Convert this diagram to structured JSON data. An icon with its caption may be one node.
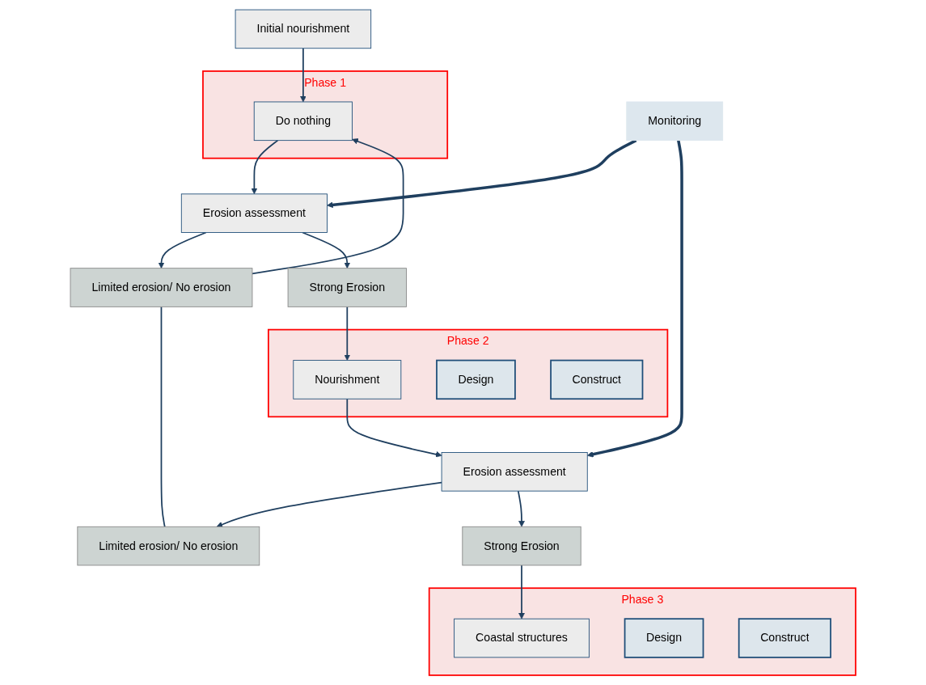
{
  "diagram": {
    "nodes": [
      {
        "text": [
          "Initial nourishment"
        ]
      },
      {
        "text": [
          "Monitoring"
        ]
      },
      {
        "text": [
          "Phase 1"
        ]
      },
      {
        "text": [
          "Do nothing"
        ],
        "in": 2
      },
      {
        "text": [
          "Limited erosion/ No erosion"
        ]
      },
      {
        "text": [
          "Erosion assessment"
        ]
      },
      {
        "text": [
          "Strong Erosion"
        ]
      },
      {
        "text": [
          "Phase 2"
        ]
      },
      {
        "text": [
          "Nourishment"
        ],
        "in": 7
      },
      {
        "text": [
          "Design"
        ],
        "in": 7
      },
      {
        "text": [
          "Construct"
        ],
        "in": 7
      },
      {
        "text": [
          "Limited erosion/ No erosion"
        ]
      },
      {
        "text": [
          "Erosion assessment"
        ]
      },
      {
        "text": [
          "Strong Erosion"
        ]
      },
      {
        "text": [
          "Phase 3"
        ]
      },
      {
        "text": [
          "Coastal structures"
        ],
        "in": 14
      },
      {
        "text": [
          "Design"
        ],
        "in": 14
      },
      {
        "text": [
          "Construct"
        ],
        "in": 14
      }
    ],
    "edges": [
      {
        "from": 0,
        "to": 3,
        "arrow": "to"
      },
      {
        "from": 3,
        "to": 5,
        "arrow": "to"
      },
      {
        "from": 5,
        "to": 4,
        "arrow": "to"
      },
      {
        "from": 4,
        "to": 3,
        "arrow": "to"
      },
      {
        "from": 1,
        "to": 5,
        "arrow": "to",
        "style": "thick"
      },
      {
        "from": 5,
        "to": 6,
        "arrow": "to"
      },
      {
        "from": 6,
        "to": 8,
        "arrow": "to"
      },
      {
        "from": 8,
        "to": 12,
        "arrow": "to"
      },
      {
        "from": 12,
        "to": 11,
        "arrow": "to"
      },
      {
        "from": 11,
        "to": 4,
        "arrow": "none"
      },
      {
        "from": 1,
        "to": 12,
        "arrow": "to",
        "style": "thick"
      },
      {
        "from": 12,
        "to": 13,
        "arrow": "to"
      },
      {
        "from": 13,
        "to": 15,
        "arrow": "to"
      }
    ]
  }
}
